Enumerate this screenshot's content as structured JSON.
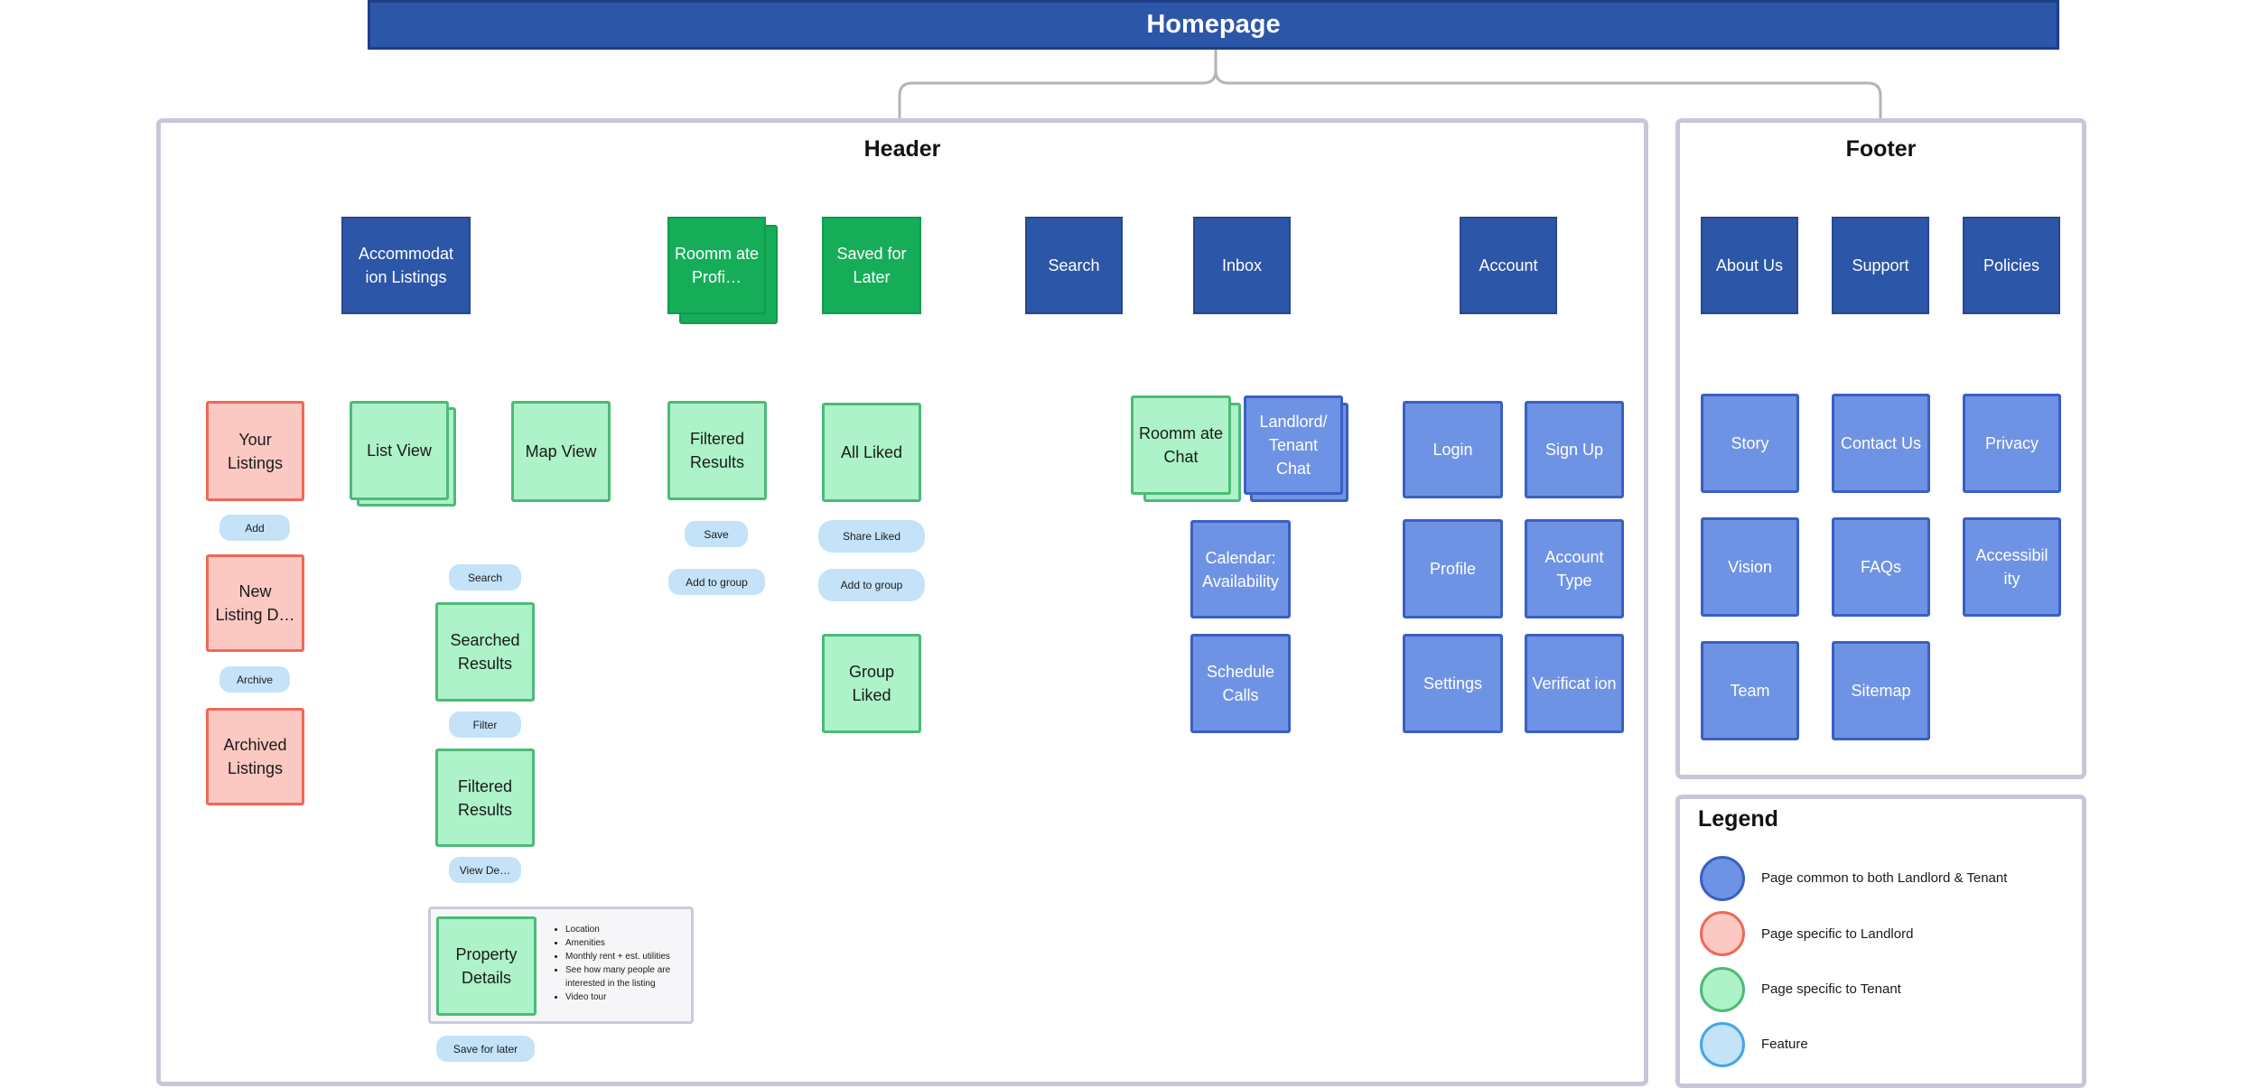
{
  "root": {
    "label": "Homepage"
  },
  "header": {
    "title": "Header"
  },
  "footer": {
    "title": "Footer"
  },
  "nodes": {
    "accommodation_listings": "Accommodat ion Listings",
    "roommate_profile": "Roomm ate Profi…",
    "saved_for_later": "Saved for Later",
    "search": "Search",
    "inbox": "Inbox",
    "account": "Account",
    "your_listings": "Your Listings",
    "new_listing": "New Listing D…",
    "archived_listings": "Archived Listings",
    "list_view": "List View",
    "map_view": "Map View",
    "searched_results": "Searched Results",
    "filtered_results_a": "Filtered Results",
    "property_details": "Property Details",
    "filtered_results_b": "Filtered Results",
    "all_liked": "All Liked",
    "group_liked": "Group Liked",
    "roommate_chat": "Roomm ate Chat",
    "landlord_tenant_chat": "Landlord/ Tenant Chat",
    "calendar_availability": "Calendar: Availability",
    "schedule_calls": "Schedule Calls",
    "login": "Login",
    "sign_up": "Sign Up",
    "profile": "Profile",
    "account_type": "Account Type",
    "settings": "Settings",
    "verification": "Verificat ion",
    "about_us": "About Us",
    "support": "Support",
    "policies": "Policies",
    "story": "Story",
    "contact_us": "Contact Us",
    "privacy": "Privacy",
    "vision": "Vision",
    "faqs": "FAQs",
    "accessibility": "Accessibil ity",
    "team": "Team",
    "sitemap": "Sitemap"
  },
  "features": {
    "add": "Add",
    "archive": "Archive",
    "search": "Search",
    "filter": "Filter",
    "view_details": "View De…",
    "save_for_later": "Save for later",
    "save": "Save",
    "add_to_group_a": "Add to group",
    "share_liked": "Share Liked",
    "add_to_group_b": "Add to group"
  },
  "property_notes": [
    "Location",
    "Amenities",
    "Monthly rent + est. utilities",
    "See how many people are interested in the listing",
    "Video tour"
  ],
  "legend": {
    "title": "Legend",
    "items": [
      {
        "label": "Page common to both Landlord & Tenant",
        "fill": "#6f93e4",
        "stroke": "#3a5fc4"
      },
      {
        "label": "Page specific to Landlord",
        "fill": "#fbc8c2",
        "stroke": "#ef6857"
      },
      {
        "label": "Page specific to Tenant",
        "fill": "#adf2c8",
        "stroke": "#4cbb77"
      },
      {
        "label": "Feature",
        "fill": "#c4e3f9",
        "stroke": "#41a6ec"
      }
    ]
  },
  "colors": {
    "primary_dark_blue": "#2c56a8",
    "saved_green": "#16ad59",
    "connector_gray": "#b5b5b8",
    "panel_border": "#c8c6d8"
  }
}
